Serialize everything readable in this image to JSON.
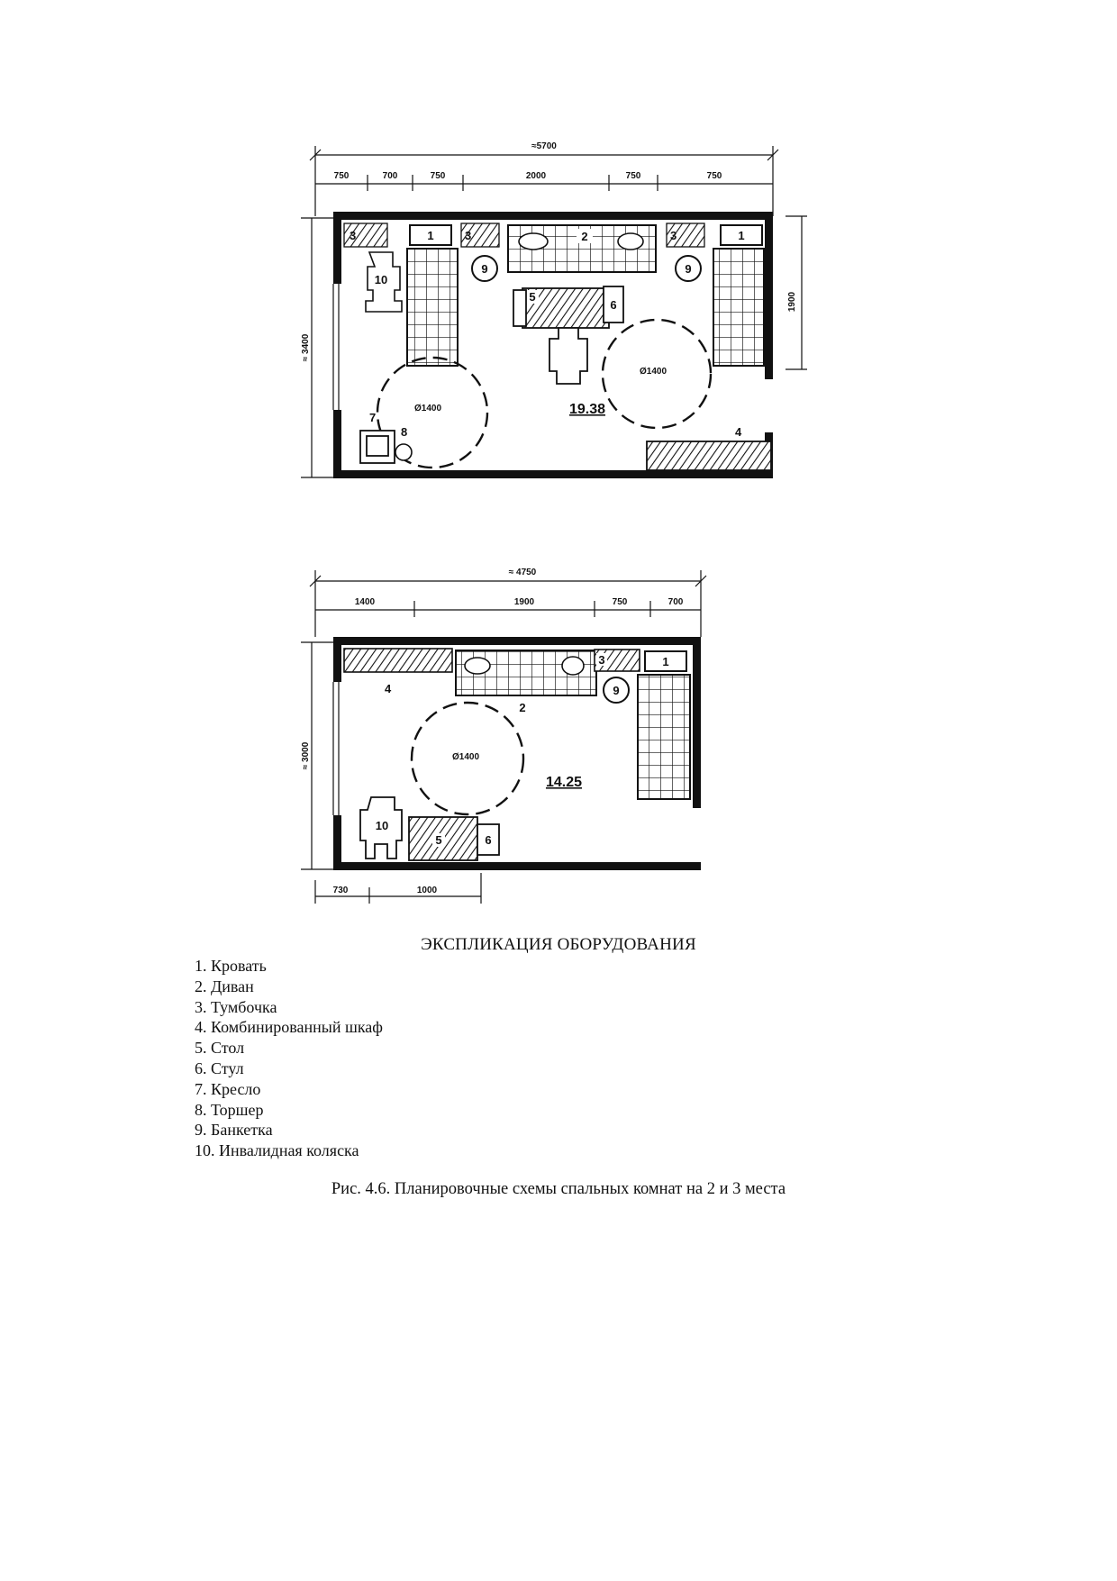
{
  "plan1": {
    "overall": "≈5700",
    "segments": [
      "750",
      "700",
      "750",
      "2000",
      "750",
      "750"
    ],
    "height": "≈ 3400",
    "right_dim": "1900",
    "diameter": "Ø1400",
    "area": "19.38",
    "labels": {
      "bed": "1",
      "sofa": "2",
      "nightstand": "3",
      "wardrobe": "4",
      "table": "5",
      "chair": "6",
      "armchair": "7",
      "lamp": "8",
      "bench": "9",
      "wheelchair": "10"
    }
  },
  "plan2": {
    "overall": "≈ 4750",
    "segments": [
      "1400",
      "1900",
      "750",
      "700"
    ],
    "height": "≈ 3000",
    "bottom_segments": [
      "730",
      "1000"
    ],
    "diameter": "Ø1400",
    "area": "14.25",
    "labels": {
      "bed": "1",
      "sofa": "2",
      "nightstand": "3",
      "wardrobe": "4",
      "table": "5",
      "chair": "6",
      "bench": "9",
      "wheelchair": "10"
    }
  },
  "legend": {
    "title": "ЭКСПЛИКАЦИЯ ОБОРУДОВАНИЯ",
    "items": [
      "1. Кровать",
      "2. Диван",
      "3. Тумбочка",
      "4. Комбинированный шкаф",
      "5. Стол",
      "6. Стул",
      "7. Кресло",
      "8. Торшер",
      "9. Банкетка",
      "10. Инвалидная коляска"
    ]
  },
  "caption": "Рис. 4.6. Планировочные схемы спальных комнат на 2 и 3 места"
}
